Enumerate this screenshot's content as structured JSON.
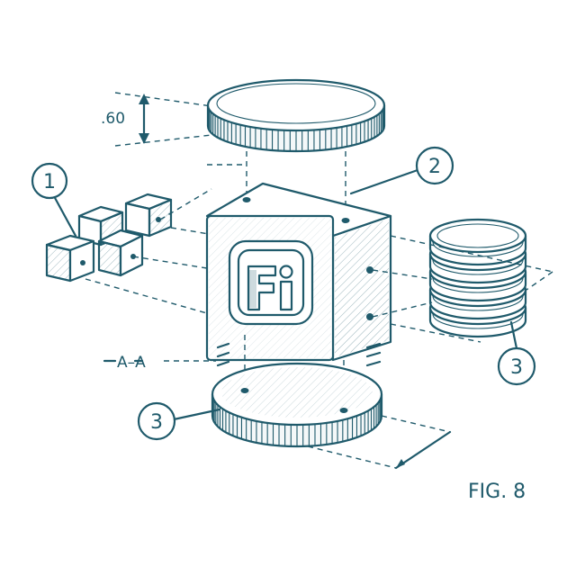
{
  "figure": {
    "label": "FIG. 8",
    "dimension_label": ".60",
    "section_label": "A–A",
    "logo_text": "Fi"
  },
  "callouts": [
    {
      "number": "1"
    },
    {
      "number": "2"
    },
    {
      "number": "3"
    },
    {
      "number": "3"
    }
  ],
  "colors": {
    "ink": "#1f5a6b",
    "background": "#ffffff"
  }
}
